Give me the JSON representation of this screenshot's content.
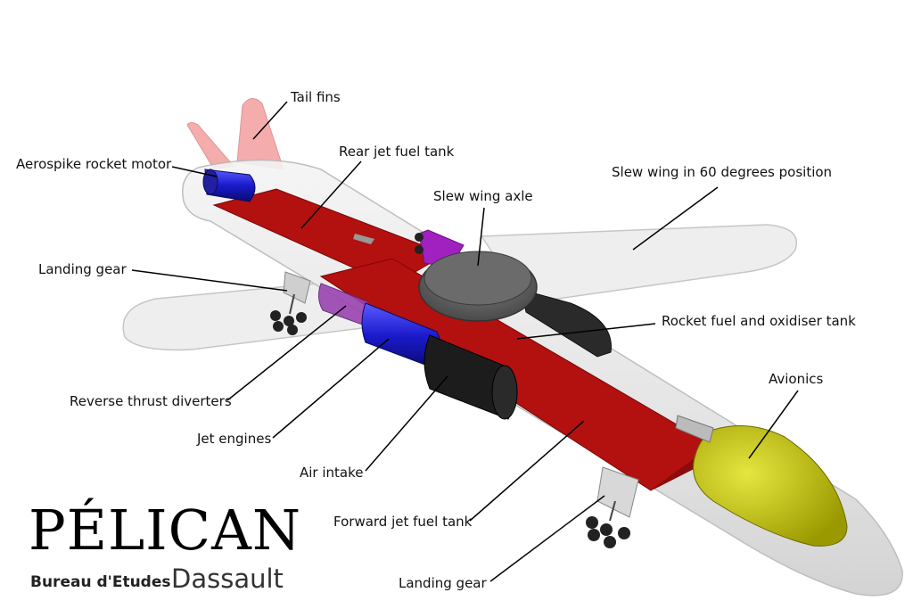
{
  "labels": {
    "tail_fins": "Tail fins",
    "aerospike": "Aerospike rocket motor",
    "rear_tank": "Rear jet fuel tank",
    "slew_axle": "Slew wing axle",
    "slew_wing": "Slew wing in 60 degrees position",
    "landing_gear_rear": "Landing gear",
    "rocket_tank": "Rocket fuel and oxidiser tank",
    "avionics": "Avionics",
    "reverse_thrust": "Reverse thrust diverters",
    "jet_engines": "Jet engines",
    "air_intake": "Air intake",
    "forward_tank": "Forward jet fuel tank",
    "landing_gear_front": "Landing gear"
  },
  "logo": {
    "title": "PÉLICAN",
    "subtitle": "Bureau d'Etudes",
    "brand": "Dassault"
  },
  "colors": {
    "fuel_tank": "#b31010",
    "jet_engine": "#1a1acc",
    "rocket_motor": "#1a1acc",
    "air_intake": "#1c1c1c",
    "avionics": "#c8c800",
    "tail_fins": "#f08a8a",
    "reverse_thrust": "#9a44b0",
    "slew_axle": "#6a6a6a",
    "fuselage": "#e4e4e4"
  }
}
